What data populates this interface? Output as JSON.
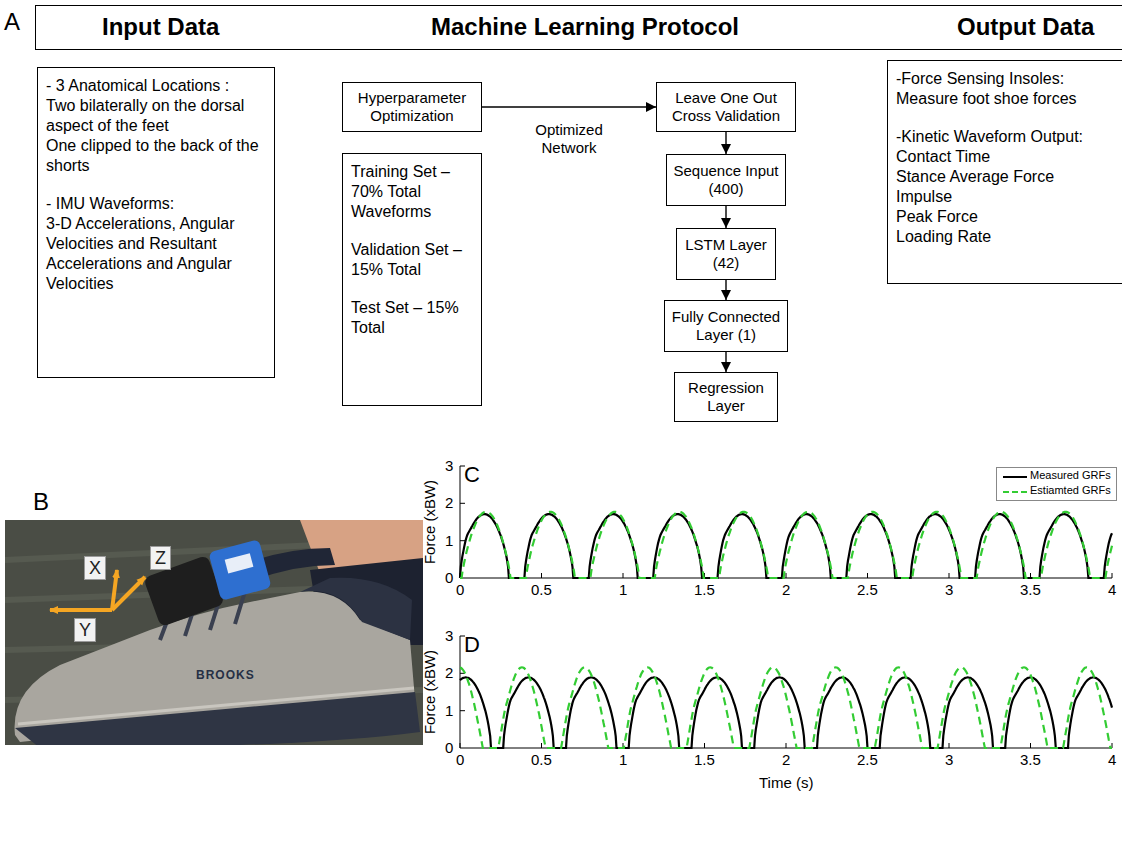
{
  "diagram": {
    "nodes": [
      {
        "text": [
          "Input Data",
          "Machine Learning Protocol",
          "Output Data"
        ]
      },
      {
        "text": [
          "- 3 Anatomical Locations :",
          "Two bilaterally on the dorsal aspect of the feet",
          "One clipped to the back of the shorts",
          "- IMU Waveforms:",
          "3-D Accelerations, Angular Velocities and Resultant Accelerations and Angular Velocities"
        ]
      },
      {
        "text": [
          "Hyperparameter Optimization"
        ]
      },
      {
        "text": [
          "Leave One Out Cross Validation"
        ]
      },
      {
        "text": [
          "Training Set – 70% Total Waveforms",
          "Validation Set – 15% Total",
          "Test Set – 15% Total"
        ]
      },
      {
        "text": [
          "Sequence Input (400)"
        ]
      },
      {
        "text": [
          "LSTM Layer (42)"
        ]
      },
      {
        "text": [
          "Fully Connected Layer (1)"
        ]
      },
      {
        "text": [
          "Regression Layer"
        ]
      },
      {
        "text": [
          "-Force Sensing Insoles:",
          "Measure foot shoe forces",
          "-Kinetic Waveform Output:",
          "Contact Time",
          "Stance Average Force",
          "Impulse",
          "Peak Force",
          "Loading Rate"
        ]
      }
    ],
    "edges": [
      {
        "from": 2,
        "to": 3,
        "label": "Optimized Network",
        "arrow": "to"
      },
      {
        "from": 3,
        "to": 5,
        "arrow": "to"
      },
      {
        "from": 5,
        "to": 6,
        "arrow": "to"
      },
      {
        "from": 6,
        "to": 7,
        "arrow": "to"
      },
      {
        "from": 7,
        "to": 8,
        "arrow": "to"
      }
    ],
    "labels": [
      "A",
      "B",
      "X",
      "Y",
      "Z",
      "BROOKS",
      "C",
      "3",
      "2",
      "1",
      "0",
      "0",
      "0.5",
      "1",
      "1.5",
      "2",
      "2.5",
      "3",
      "3.5",
      "4",
      "Force (xBW)",
      "D",
      "3",
      "2",
      "1",
      "0",
      "0",
      "0.5",
      "1",
      "1.5",
      "2",
      "2.5",
      "3",
      "3.5",
      "4",
      "Force (xBW)",
      "Time (s)"
    ],
    "legend": [
      {
        "text": "Measured GRFs"
      },
      {
        "text": "Estiamted GRFs"
      }
    ]
  }
}
